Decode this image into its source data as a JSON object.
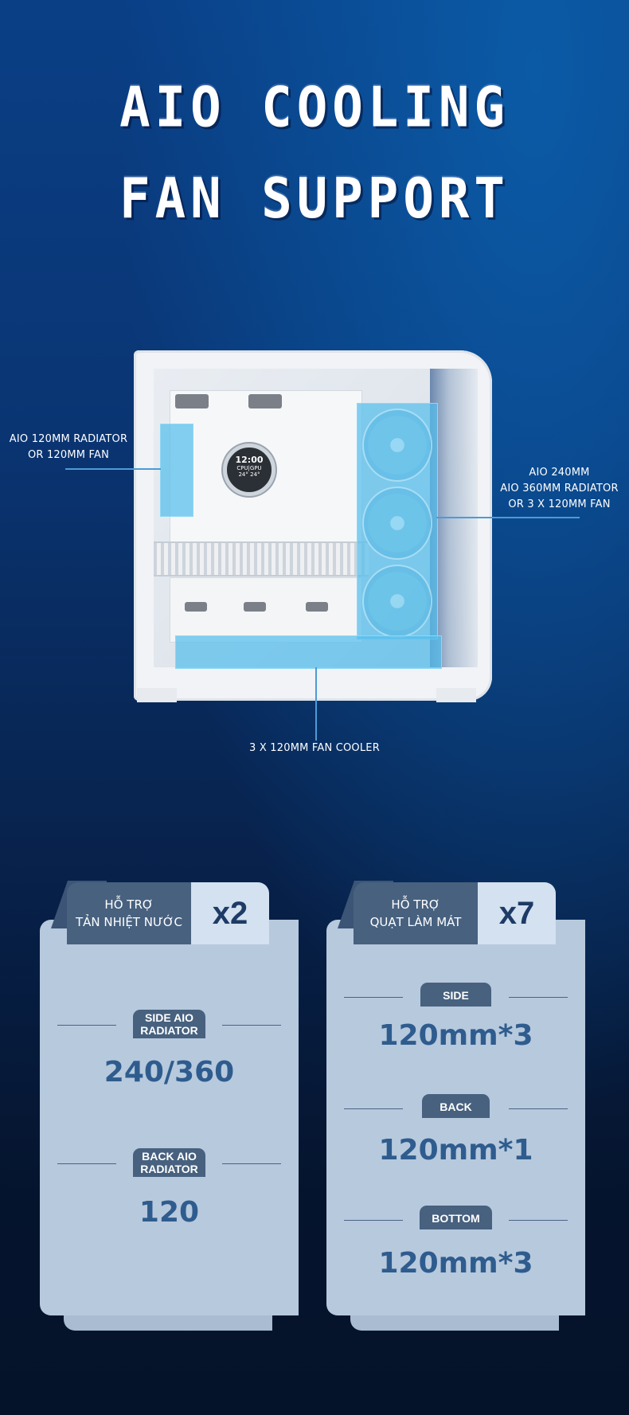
{
  "page": {
    "title_lines": [
      "AIO COOLING",
      "FAN SUPPORT"
    ],
    "colors": {
      "background_top": "#0a3f86",
      "background_bottom": "#05132a",
      "highlight": "#54beeb",
      "callout_line": "#4c9bd6",
      "card_body": "#b7c9dd",
      "card_tab_dark": "#47617f",
      "card_tab_light": "#d3e1f0",
      "value_text": "#2f5c8e"
    }
  },
  "diagram": {
    "pump_display": {
      "time": "12:00",
      "cpu_label": "CPU",
      "cpu_temp": "24°",
      "gpu_label": "GPU",
      "gpu_temp": "24°"
    },
    "callouts": [
      {
        "id": "back",
        "lines": [
          "AIO 120MM RADIATOR",
          "OR 120MM FAN"
        ]
      },
      {
        "id": "side",
        "lines": [
          "AIO 240MM",
          "AIO 360MM RADIATOR",
          "OR 3 X 120MM FAN"
        ]
      },
      {
        "id": "bottom",
        "lines": [
          "3 X 120MM FAN COOLER"
        ]
      }
    ]
  },
  "cards": [
    {
      "tab_lines": [
        "HỖ TRỢ",
        "TẢN NHIỆT NƯỚC"
      ],
      "count": "x2",
      "rows": [
        {
          "label_lines": [
            "SIDE AIO",
            "RADIATOR"
          ],
          "value": "240/360"
        },
        {
          "label_lines": [
            "BACK AIO",
            "RADIATOR"
          ],
          "value": "120"
        }
      ]
    },
    {
      "tab_lines": [
        "HỖ TRỢ",
        "QUẠT LÀM MÁT"
      ],
      "count": "x7",
      "rows": [
        {
          "label_lines": [
            "SIDE"
          ],
          "value": "120mm*3"
        },
        {
          "label_lines": [
            "BACK"
          ],
          "value": "120mm*1"
        },
        {
          "label_lines": [
            "BOTTOM"
          ],
          "value": "120mm*3"
        }
      ]
    }
  ]
}
